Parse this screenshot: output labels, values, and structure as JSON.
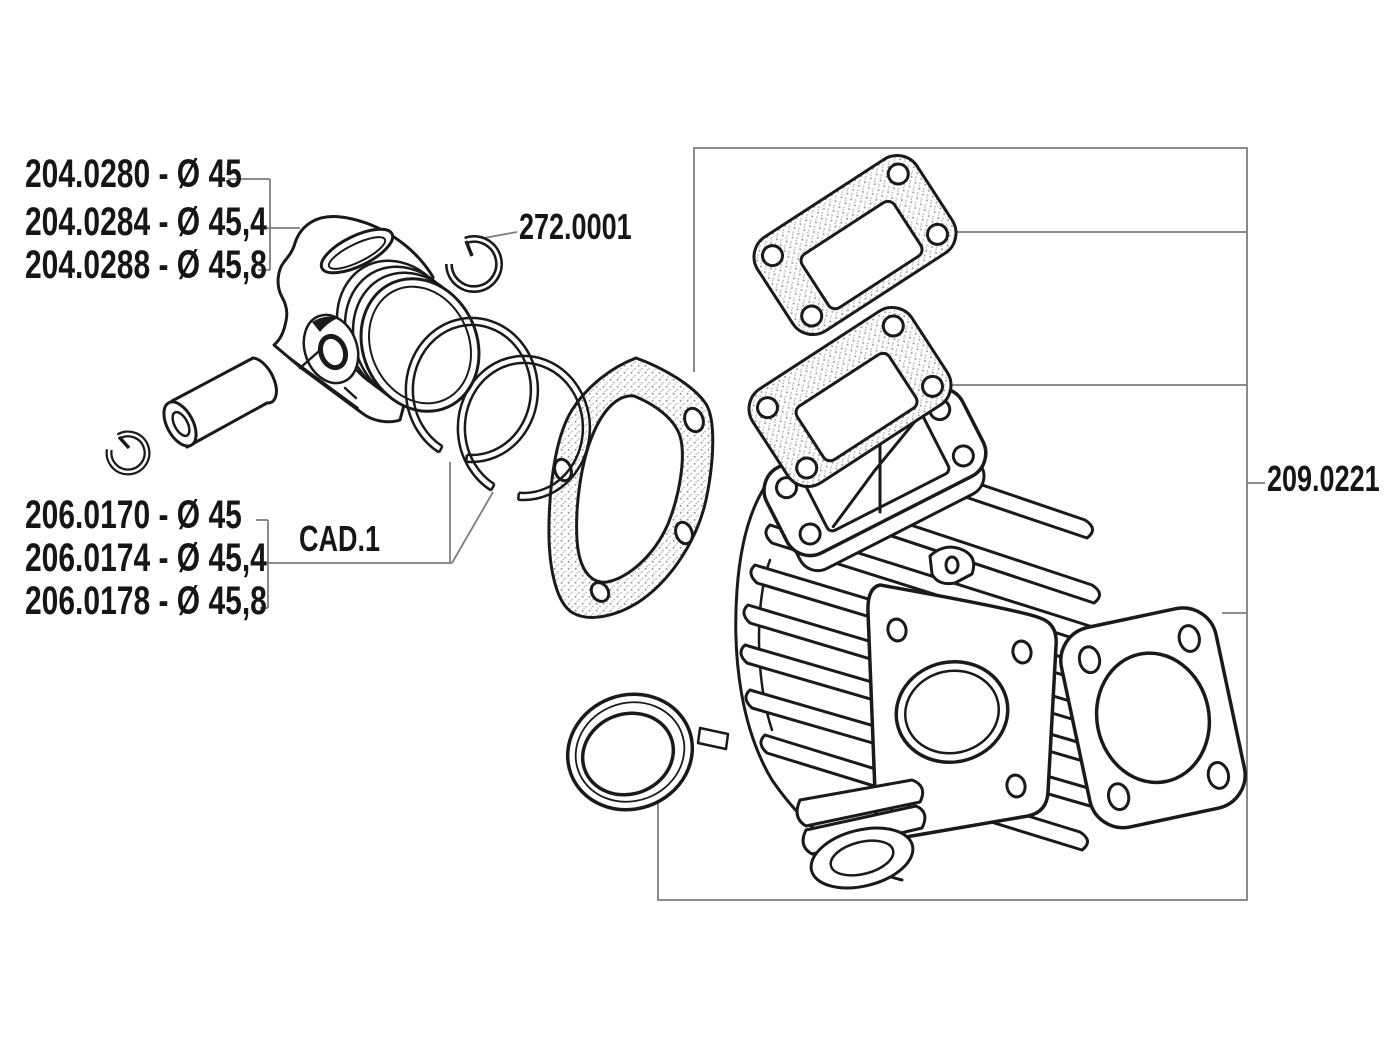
{
  "diagram": {
    "type": "exploded-parts-technical-drawing",
    "background": "#ffffff",
    "line_color": "#1a1a1a",
    "leader_color": "#7d7d7d",
    "stipple_color": "#9a9a9a",
    "labels": {
      "piston_variants": [
        {
          "text": "204.0280 - Ø 45"
        },
        {
          "text": "204.0284 - Ø 45,4"
        },
        {
          "text": "204.0288 - Ø 45,8"
        }
      ],
      "circlip": {
        "text": "272.0001"
      },
      "cad": {
        "text": "CAD.1"
      },
      "ring_variants": [
        {
          "text": "206.0170 - Ø 45"
        },
        {
          "text": "206.0174 - Ø 45,4"
        },
        {
          "text": "206.0178 - Ø 45,8"
        }
      ],
      "gasket_set": {
        "text": "209.0221"
      }
    },
    "parts_depicted": [
      "piston",
      "wrist-pin",
      "small-circlip",
      "large-circlip",
      "piston-ring-1",
      "piston-ring-2",
      "reed-gasket-top",
      "reed-gasket-bottom",
      "cylinder-base-gasket",
      "finned-cylinder",
      "exhaust-o-ring-gasket",
      "cylinder-head-gasket"
    ]
  }
}
